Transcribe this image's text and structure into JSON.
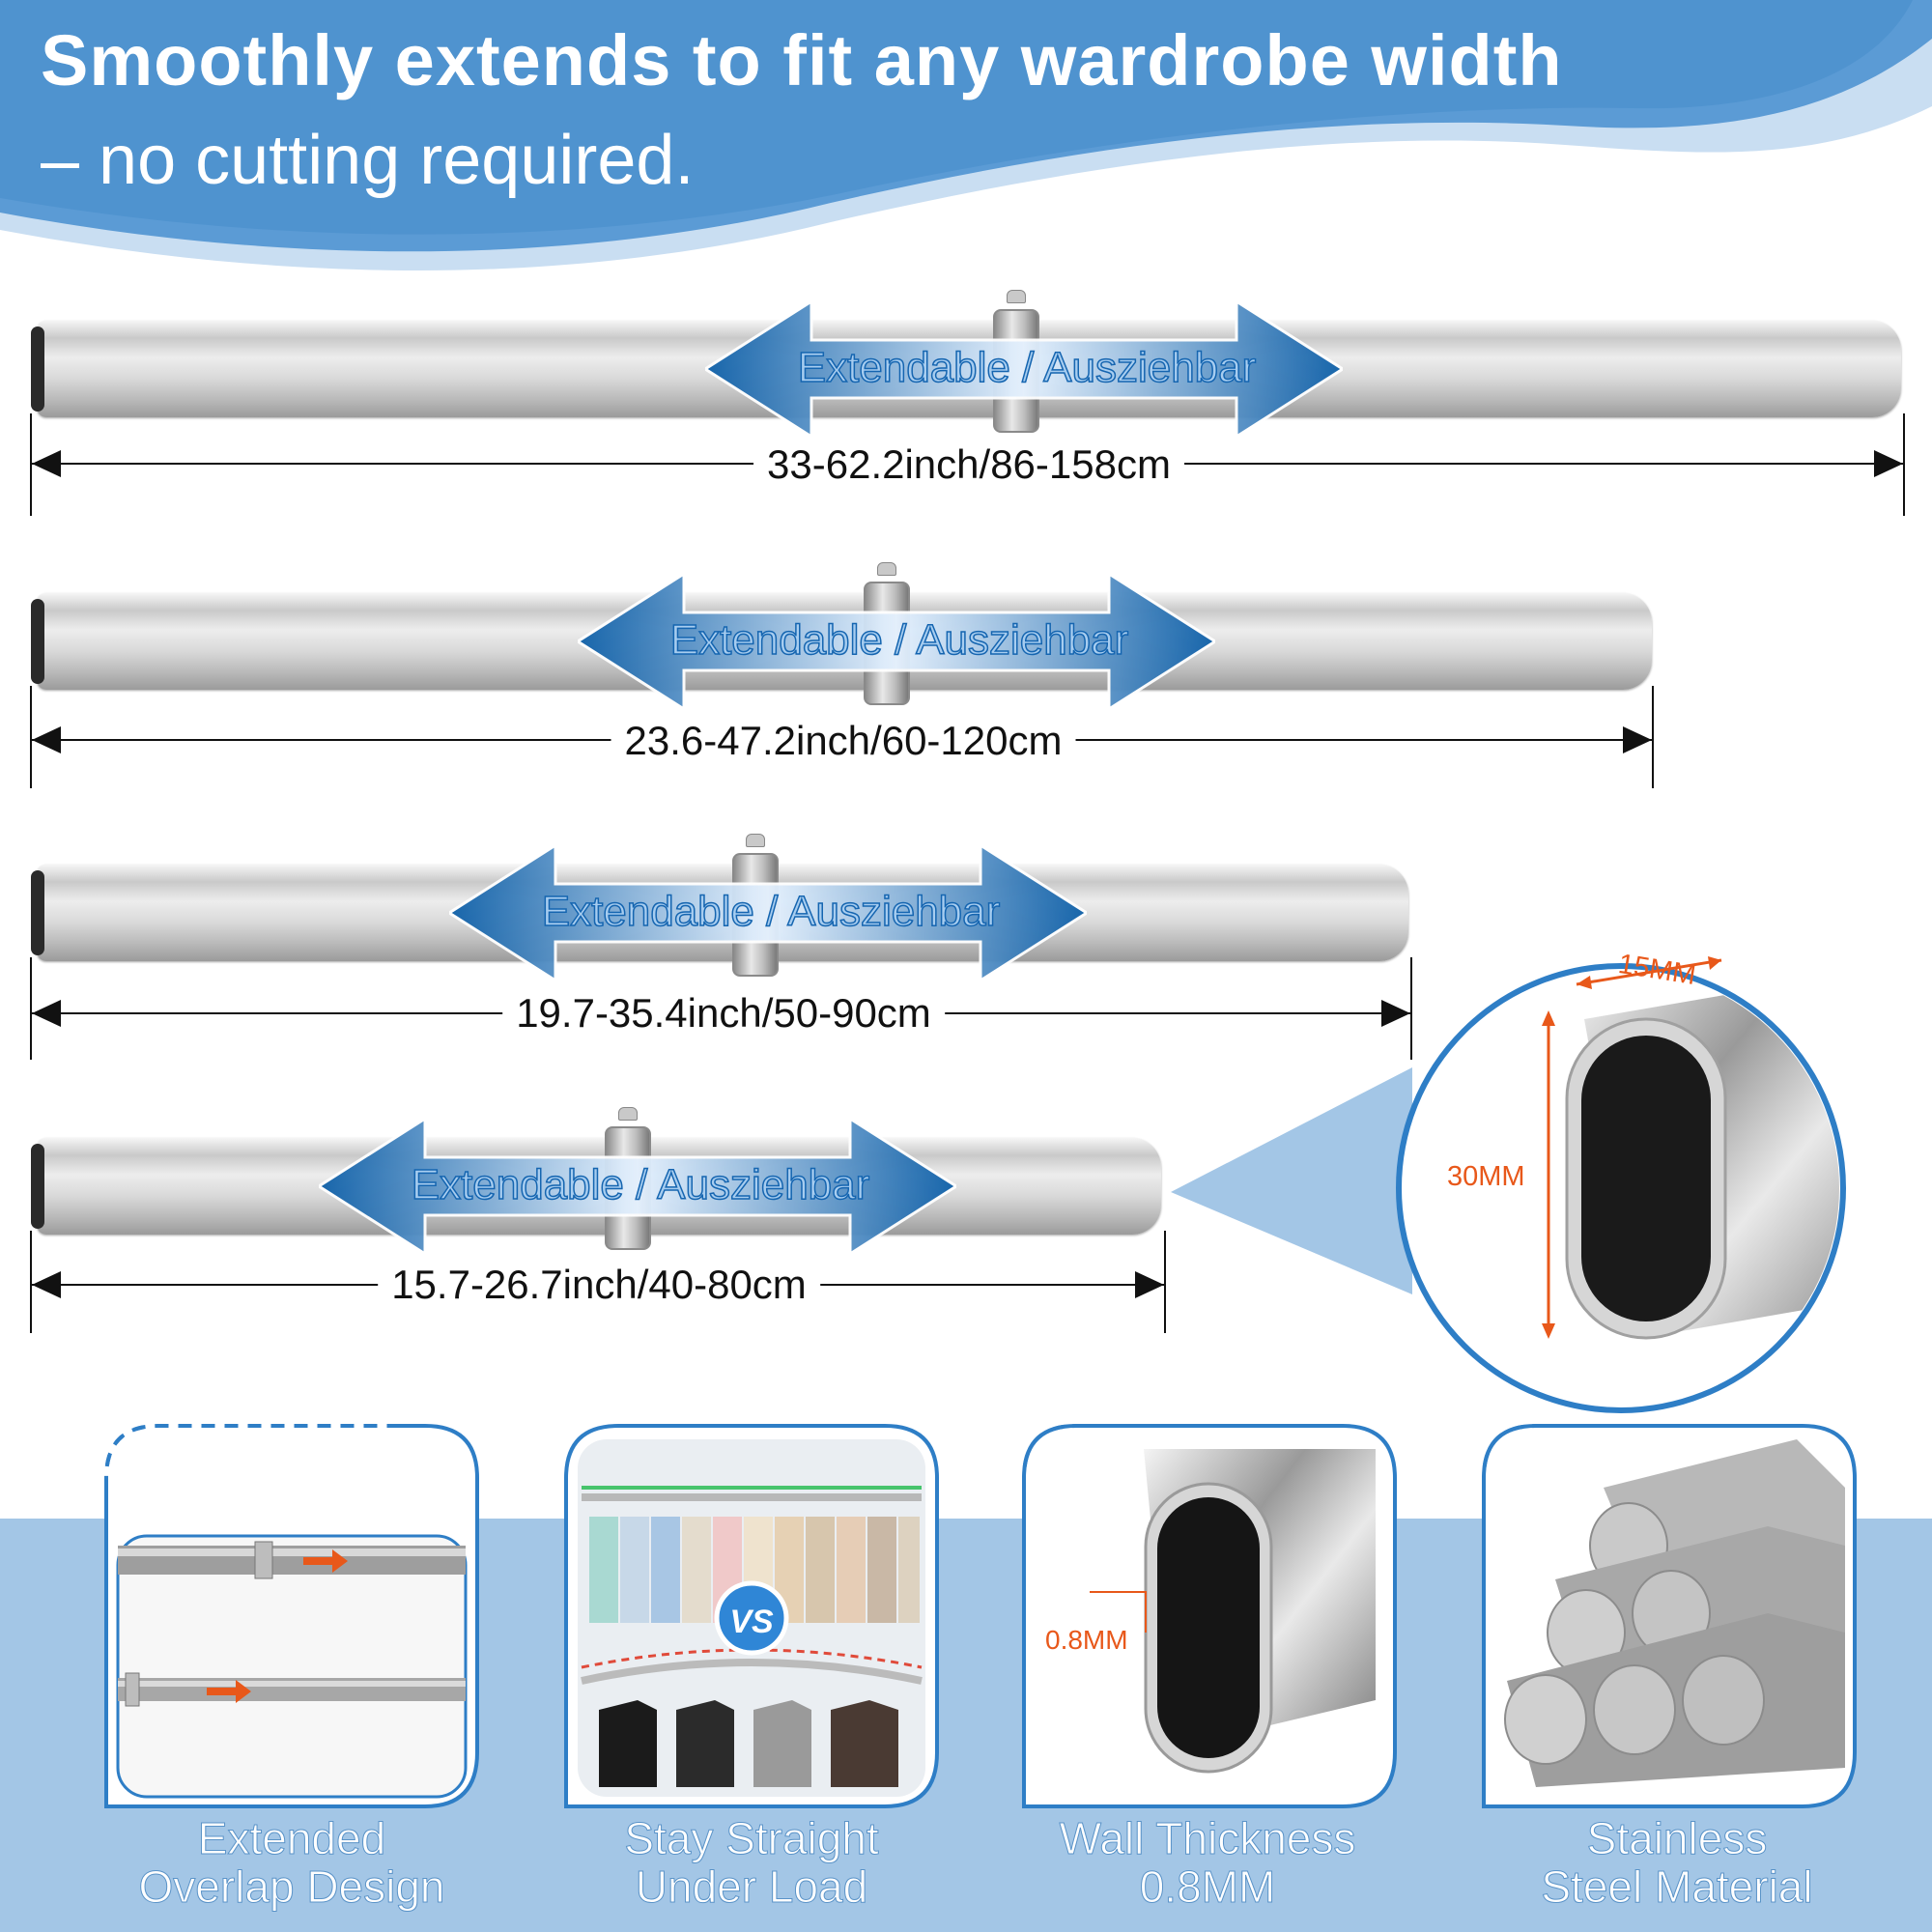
{
  "header": {
    "headline": "Smoothly extends to fit any wardrobe width",
    "subline": "– no cutting required."
  },
  "rods": [
    {
      "extend_label": "Extendable / Ausziehbar",
      "range_label": "33-62.2inch/86-158cm"
    },
    {
      "extend_label": "Extendable / Ausziehbar",
      "range_label": "23.6-47.2inch/60-120cm"
    },
    {
      "extend_label": "Extendable / Ausziehbar",
      "range_label": "19.7-35.4inch/50-90cm"
    },
    {
      "extend_label": "Extendable / Ausziehbar",
      "range_label": "15.7-26.7inch/40-80cm"
    }
  ],
  "cross_section": {
    "width_label": "15MM",
    "height_label": "30MM"
  },
  "features": [
    {
      "caption_line1": "Extended",
      "caption_line2": "Overlap Design"
    },
    {
      "caption_line1": "Stay Straight",
      "caption_line2": "Under Load",
      "badge": "VS"
    },
    {
      "caption_line1": "Wall Thickness",
      "caption_line2": "0.8MM",
      "inset_label": "0.8MM"
    },
    {
      "caption_line1": "Stainless",
      "caption_line2": "Steel Material"
    }
  ],
  "colors": {
    "brand_blue": "#4f93cf",
    "light_blue": "#a3c6e6",
    "accent_orange": "#e8581a",
    "arrow_blue": "#1e7fd0"
  }
}
